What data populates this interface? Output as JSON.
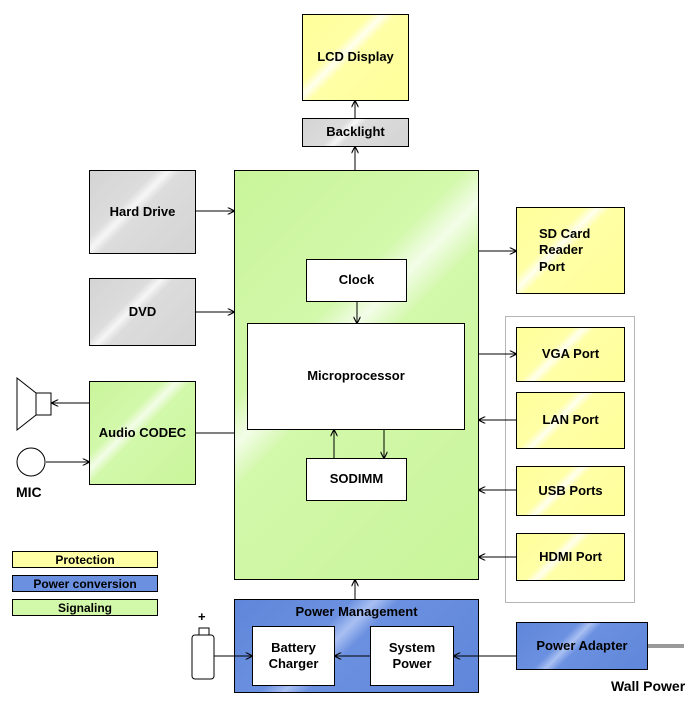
{
  "blocks": {
    "lcd_display": "LCD Display",
    "backlight": "Backlight",
    "hard_drive": "Hard Drive",
    "dvd": "DVD",
    "audio_codec": "Audio CODEC",
    "clock": "Clock",
    "microprocessor": "Microprocessor",
    "sodimm": "SODIMM",
    "sd_card_reader": "SD Card Reader Port",
    "vga_port": "VGA Port",
    "lan_port": "LAN Port",
    "usb_ports": "USB Ports",
    "hdmi_port": "HDMI Port",
    "power_management": "Power Management",
    "battery_charger": "Battery Charger",
    "system_power": "System Power",
    "power_adapter": "Power Adapter"
  },
  "labels": {
    "mic": "MIC",
    "wall_power": "Wall Power",
    "battery_plus": "+"
  },
  "legend": [
    {
      "label": "Protection",
      "color": "#ffffa6"
    },
    {
      "label": "Power conversion",
      "color": "#6b90e0"
    },
    {
      "label": "Signaling",
      "color": "#d2f8aa"
    }
  ]
}
